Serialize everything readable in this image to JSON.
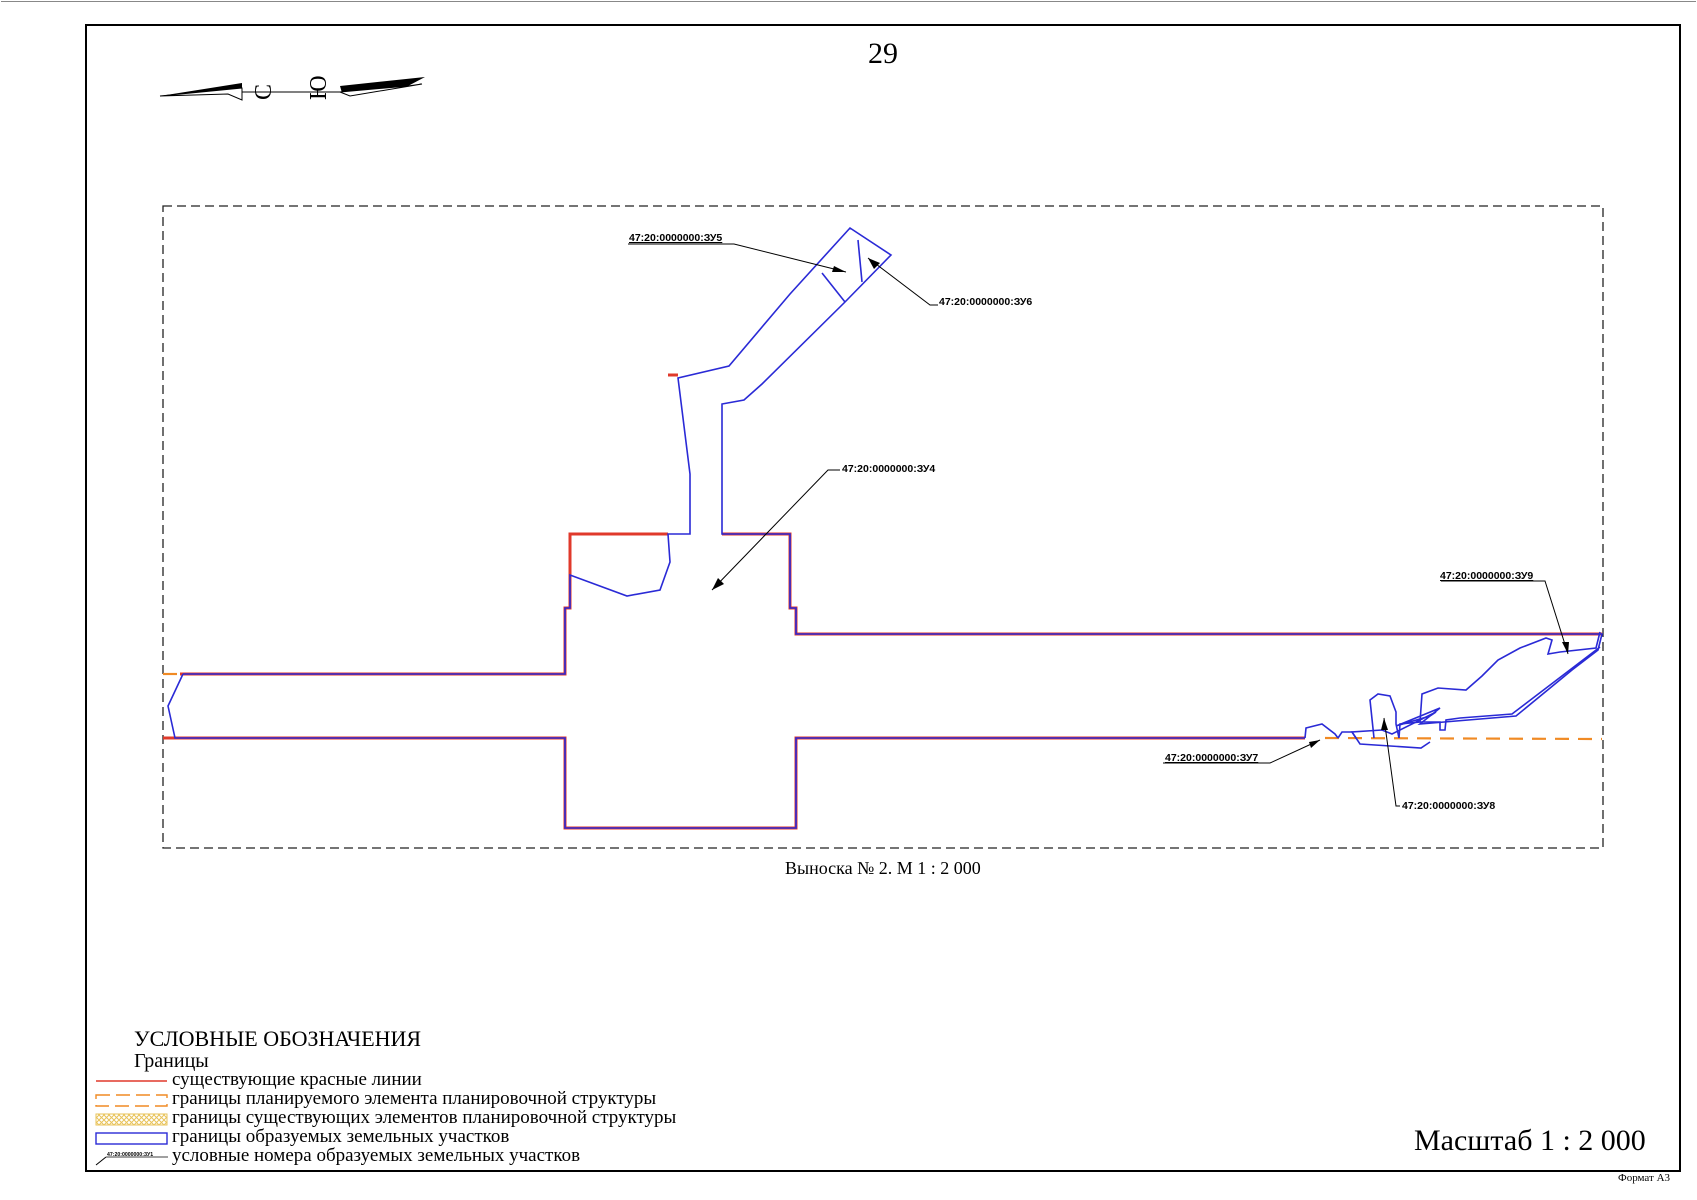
{
  "sheet": {
    "page_number": "29",
    "format_label": "Формат А3",
    "scale_label": "Масштаб 1 : 2 000"
  },
  "north_arrow": {
    "north_letter": "С",
    "south_letter": "Ю"
  },
  "callout": {
    "caption": "Выноска № 2. М 1 : 2 000"
  },
  "parcels": [
    {
      "id": "47:20:0000000:ЗУ4"
    },
    {
      "id": "47:20:0000000:ЗУ5"
    },
    {
      "id": "47:20:0000000:ЗУ6"
    },
    {
      "id": "47:20:0000000:ЗУ7"
    },
    {
      "id": "47:20:0000000:ЗУ8"
    },
    {
      "id": "47:20:0000000:ЗУ9"
    }
  ],
  "legend": {
    "title": "УСЛОВНЫЕ ОБОЗНАЧЕНИЯ",
    "subtitle": "Границы",
    "items": [
      {
        "label": "существующие красные линии",
        "symbol": "red-line",
        "color": "#e0392b"
      },
      {
        "label": "границы планируемого элемента планировочной структуры",
        "symbol": "orange-dashed-rect",
        "color": "#f08a24"
      },
      {
        "label": "границы существующих элементов планировочной структуры",
        "symbol": "yellow-hatched-rect",
        "color": "#e8c35a"
      },
      {
        "label": "границы образуемых земельных участков",
        "symbol": "blue-rect",
        "color": "#2a2ad6"
      },
      {
        "label": "условные номера образуемых земельных участков",
        "symbol": "leader-sample",
        "sample_text": "47:20:0000000:ЗУ1",
        "color": "#000000"
      }
    ]
  },
  "colors": {
    "parcel_boundary": "#2a2ad6",
    "red_line": "#e0392b",
    "planned_element": "#f08a24",
    "frame": "#000000"
  }
}
